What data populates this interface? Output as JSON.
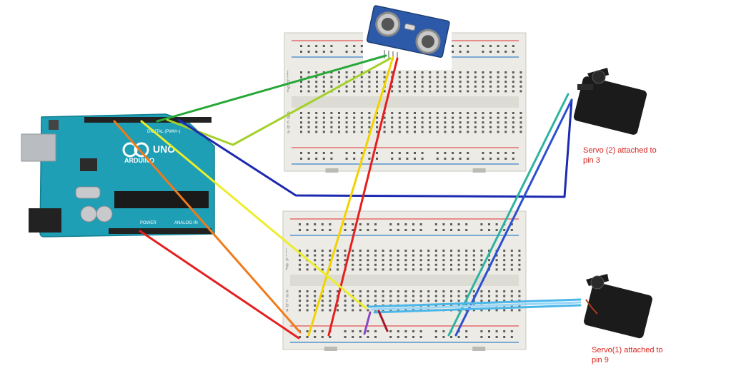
{
  "colors": {
    "caption": "#d9231d",
    "board": "#1e9fb5",
    "breadboard": "#ecebe6",
    "rail_red": "#e35353",
    "rail_blue": "#3b82c8",
    "servo": "#1b1b1b"
  },
  "arduino": {
    "brand": "ARDUINO",
    "model": "UNO",
    "header_label": "DIGITAL (PWM~)",
    "power_label": "POWER",
    "analog_label": "ANALOG IN"
  },
  "sensor": {
    "icon": "ultrasonic-sensor-icon"
  },
  "servos": [
    {
      "caption": "Servo (2) attached to\npin 3"
    },
    {
      "caption": "Servo(1) attached  to\npin 9"
    }
  ],
  "breadboards": {
    "row_letters_top": [
      "j",
      "i",
      "h",
      "g",
      "f"
    ],
    "row_letters_bottom": [
      "e",
      "d",
      "c",
      "b",
      "a"
    ]
  }
}
